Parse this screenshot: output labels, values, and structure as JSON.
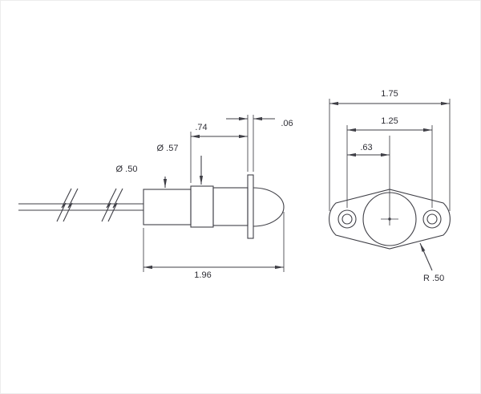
{
  "colors": {
    "line": "#3f3f46",
    "text": "#2e2e35",
    "background": "#ffffff"
  },
  "side_view": {
    "dim_74_label": ".74",
    "dim_06_label": ".06",
    "dia_57_label": "Ø .57",
    "dia_50_label": "Ø .50",
    "dim_196_label": "1.96"
  },
  "front_view": {
    "dim_175_label": "1.75",
    "dim_125_label": "1.25",
    "dim_63_label": ".63",
    "radius_label": "R .50"
  }
}
